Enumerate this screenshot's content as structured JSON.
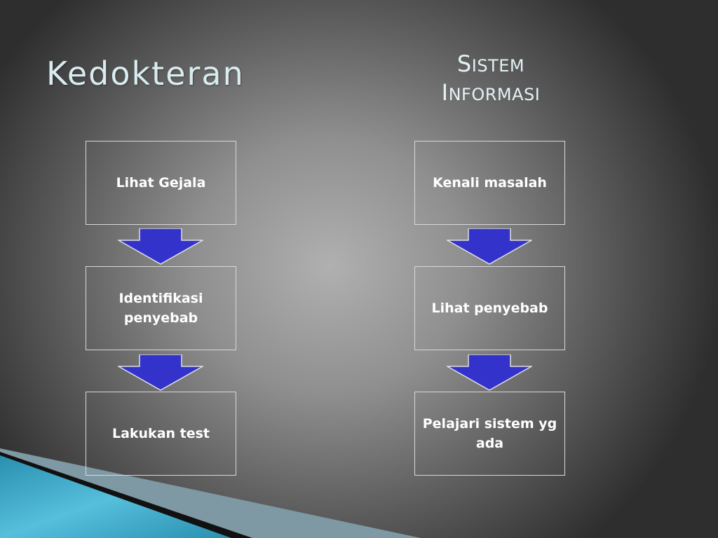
{
  "slide": {
    "title_left": "Kedokteran",
    "title_right": {
      "line1": {
        "first": "S",
        "rest": "ISTEM"
      },
      "line2": {
        "first": "I",
        "rest": "NFORMASI"
      }
    }
  },
  "left_column": {
    "steps": [
      "Lihat Gejala",
      "Identifikasi penyebab",
      "Lakukan test"
    ]
  },
  "right_column": {
    "steps": [
      "Kenali masalah",
      "Lihat penyebab",
      "Pelajari sistem yg ada"
    ]
  },
  "colors": {
    "arrow_fill": "#3333cc",
    "box_border": "#d8d8d8",
    "title": "#d9ecef"
  }
}
